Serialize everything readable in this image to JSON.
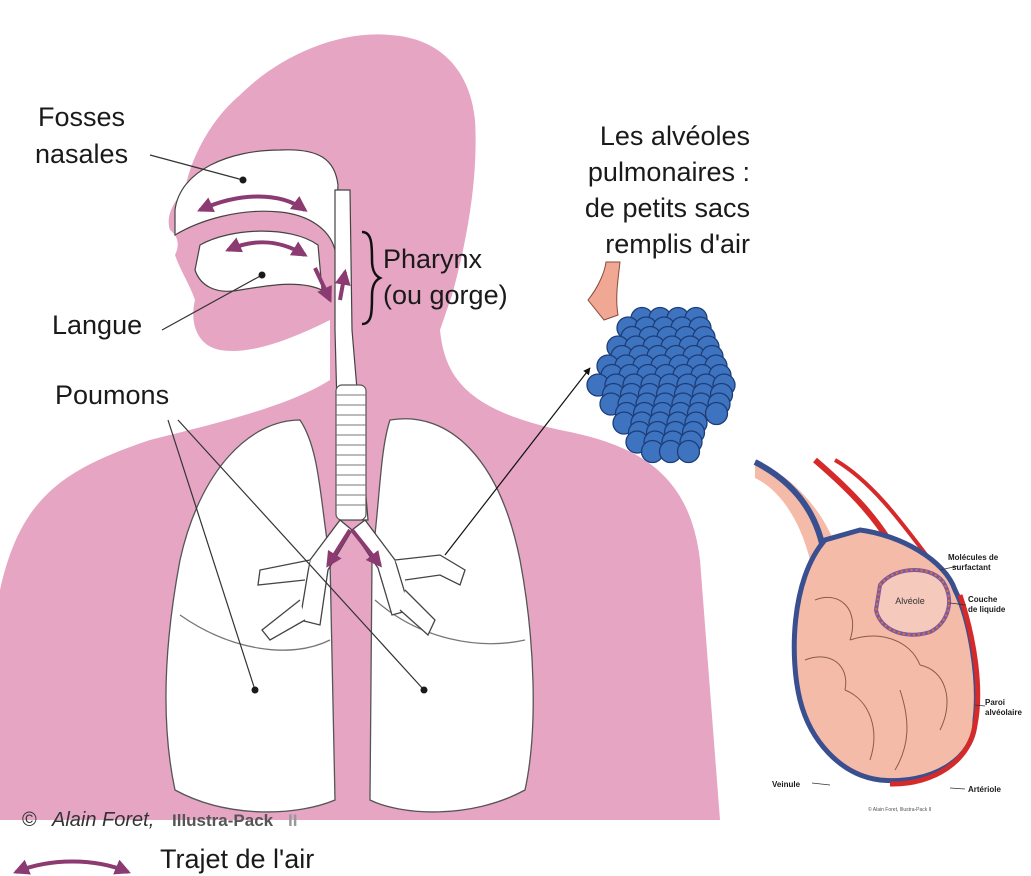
{
  "labels": {
    "fosses_line1": "Fosses",
    "fosses_line2": "nasales",
    "pharynx_line1": "Pharynx",
    "pharynx_line2": "(ou gorge)",
    "langue": "Langue",
    "poumons": "Poumons",
    "alveoles_line1": "Les alvéoles",
    "alveoles_line2": "pulmonaires :",
    "alveoles_line3": "de petits sacs",
    "alveoles_line4": "remplis d'air",
    "legend_text": "Trajet de l'air"
  },
  "credit": {
    "symbol": "©",
    "author": "Alain Foret,",
    "product": "Illustra-Pack",
    "roman": "II"
  },
  "inset": {
    "alveole": "Alvéole",
    "molecules_line1": "Molécules de",
    "molecules_line2": "surfactant",
    "couche_line1": "Couche",
    "couche_line2": "de liquide",
    "paroi_line1": "Paroi",
    "paroi_line2": "alvéolaire",
    "veinule": "Veinule",
    "arteriole": "Artériole",
    "credit": "© Alain Foret, Illustra-Pack II"
  },
  "colors": {
    "skin": "#e5a5c3",
    "airway_arrow": "#8b3a72",
    "alveoli_blue": "#3d73bf",
    "alveoli_outline": "#1d3d78",
    "inset_tissue": "#f4bca8",
    "vein": "#3a4f8f",
    "artery": "#d62a2a",
    "surfactant": "#e8702a"
  }
}
